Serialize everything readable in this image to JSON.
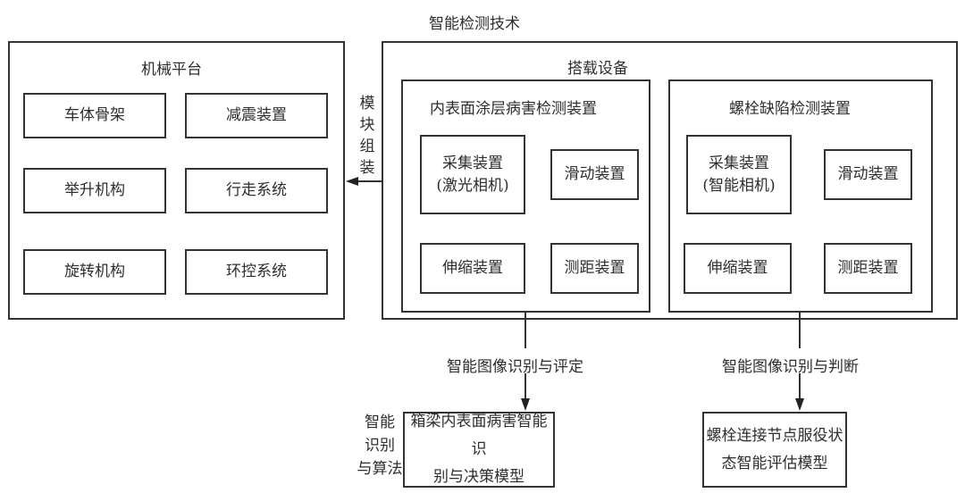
{
  "title": "智能检测技术",
  "mechanical_platform": {
    "title": "机械平台",
    "items": [
      "车体骨架",
      "减震装置",
      "举升机构",
      "行走系统",
      "旋转机构",
      "环控系统"
    ]
  },
  "module_assembly_label": [
    "模",
    "块",
    "组",
    "装"
  ],
  "carrier": {
    "title": "搭载设备",
    "inner_coating": {
      "title": "内表面涂层病害检测装置",
      "acquisition": [
        "采集装置",
        "(激光相机)"
      ],
      "sliding": "滑动装置",
      "telescopic": "伸缩装置",
      "ranging": "测距装置"
    },
    "bolt_defect": {
      "title": "螺栓缺陷检测装置",
      "acquisition": [
        "采集装置",
        "(智能相机)"
      ],
      "sliding": "滑动装置",
      "telescopic": "伸缩装置",
      "ranging": "测距装置"
    }
  },
  "flows": {
    "left_label": "智能图像识别与评定",
    "right_label": "智能图像识别与判断"
  },
  "algorithm_label": [
    "智能",
    "识别",
    "与算法"
  ],
  "models": {
    "left": [
      "箱梁内表面病害智能识",
      "别与决策模型"
    ],
    "right": [
      "螺栓连接节点服役状",
      "态智能评估模型"
    ]
  }
}
